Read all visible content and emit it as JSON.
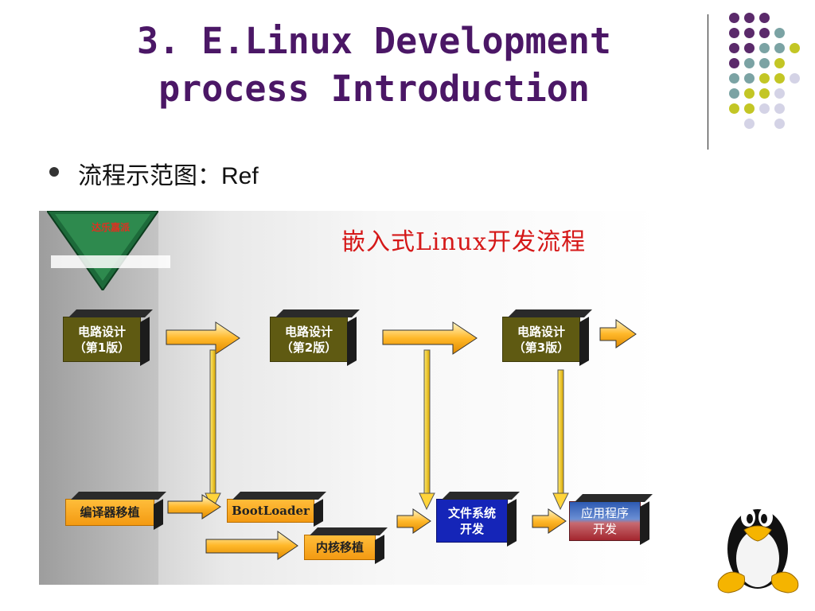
{
  "slide": {
    "title_line1": "3. E.Linux Development",
    "title_line2": "process Introduction",
    "bullet_text": "流程示范图：Ref"
  },
  "diagram": {
    "title": "嵌入式Linux开发流程",
    "logo_text": "达乐嘉派",
    "boxes": {
      "design1": [
        "电路设计",
        "（第1版）"
      ],
      "design2": [
        "电路设计",
        "（第2版）"
      ],
      "design3": [
        "电路设计",
        "（第3版）"
      ],
      "compiler_port": "编译器移植",
      "bootloader": "BootLoader",
      "kernel_port": "内核移植",
      "filesystem": [
        "文件系统",
        "开发"
      ],
      "app": [
        "应用程序",
        "开发"
      ]
    }
  },
  "colors": {
    "title": "#4b1766",
    "dot_purple": "#5b2a6b",
    "dot_teal": "#7ba3a4",
    "dot_yellow": "#c3c625",
    "dot_lavender": "#d4d3e6",
    "box_olive": "#5f5a12",
    "box_orange": "#f7a824",
    "box_blue": "#1525b8",
    "diagram_title": "#d51818"
  },
  "icons": [
    "bullet-dot",
    "tux-penguin-icon",
    "logo-triangle-icon"
  ]
}
